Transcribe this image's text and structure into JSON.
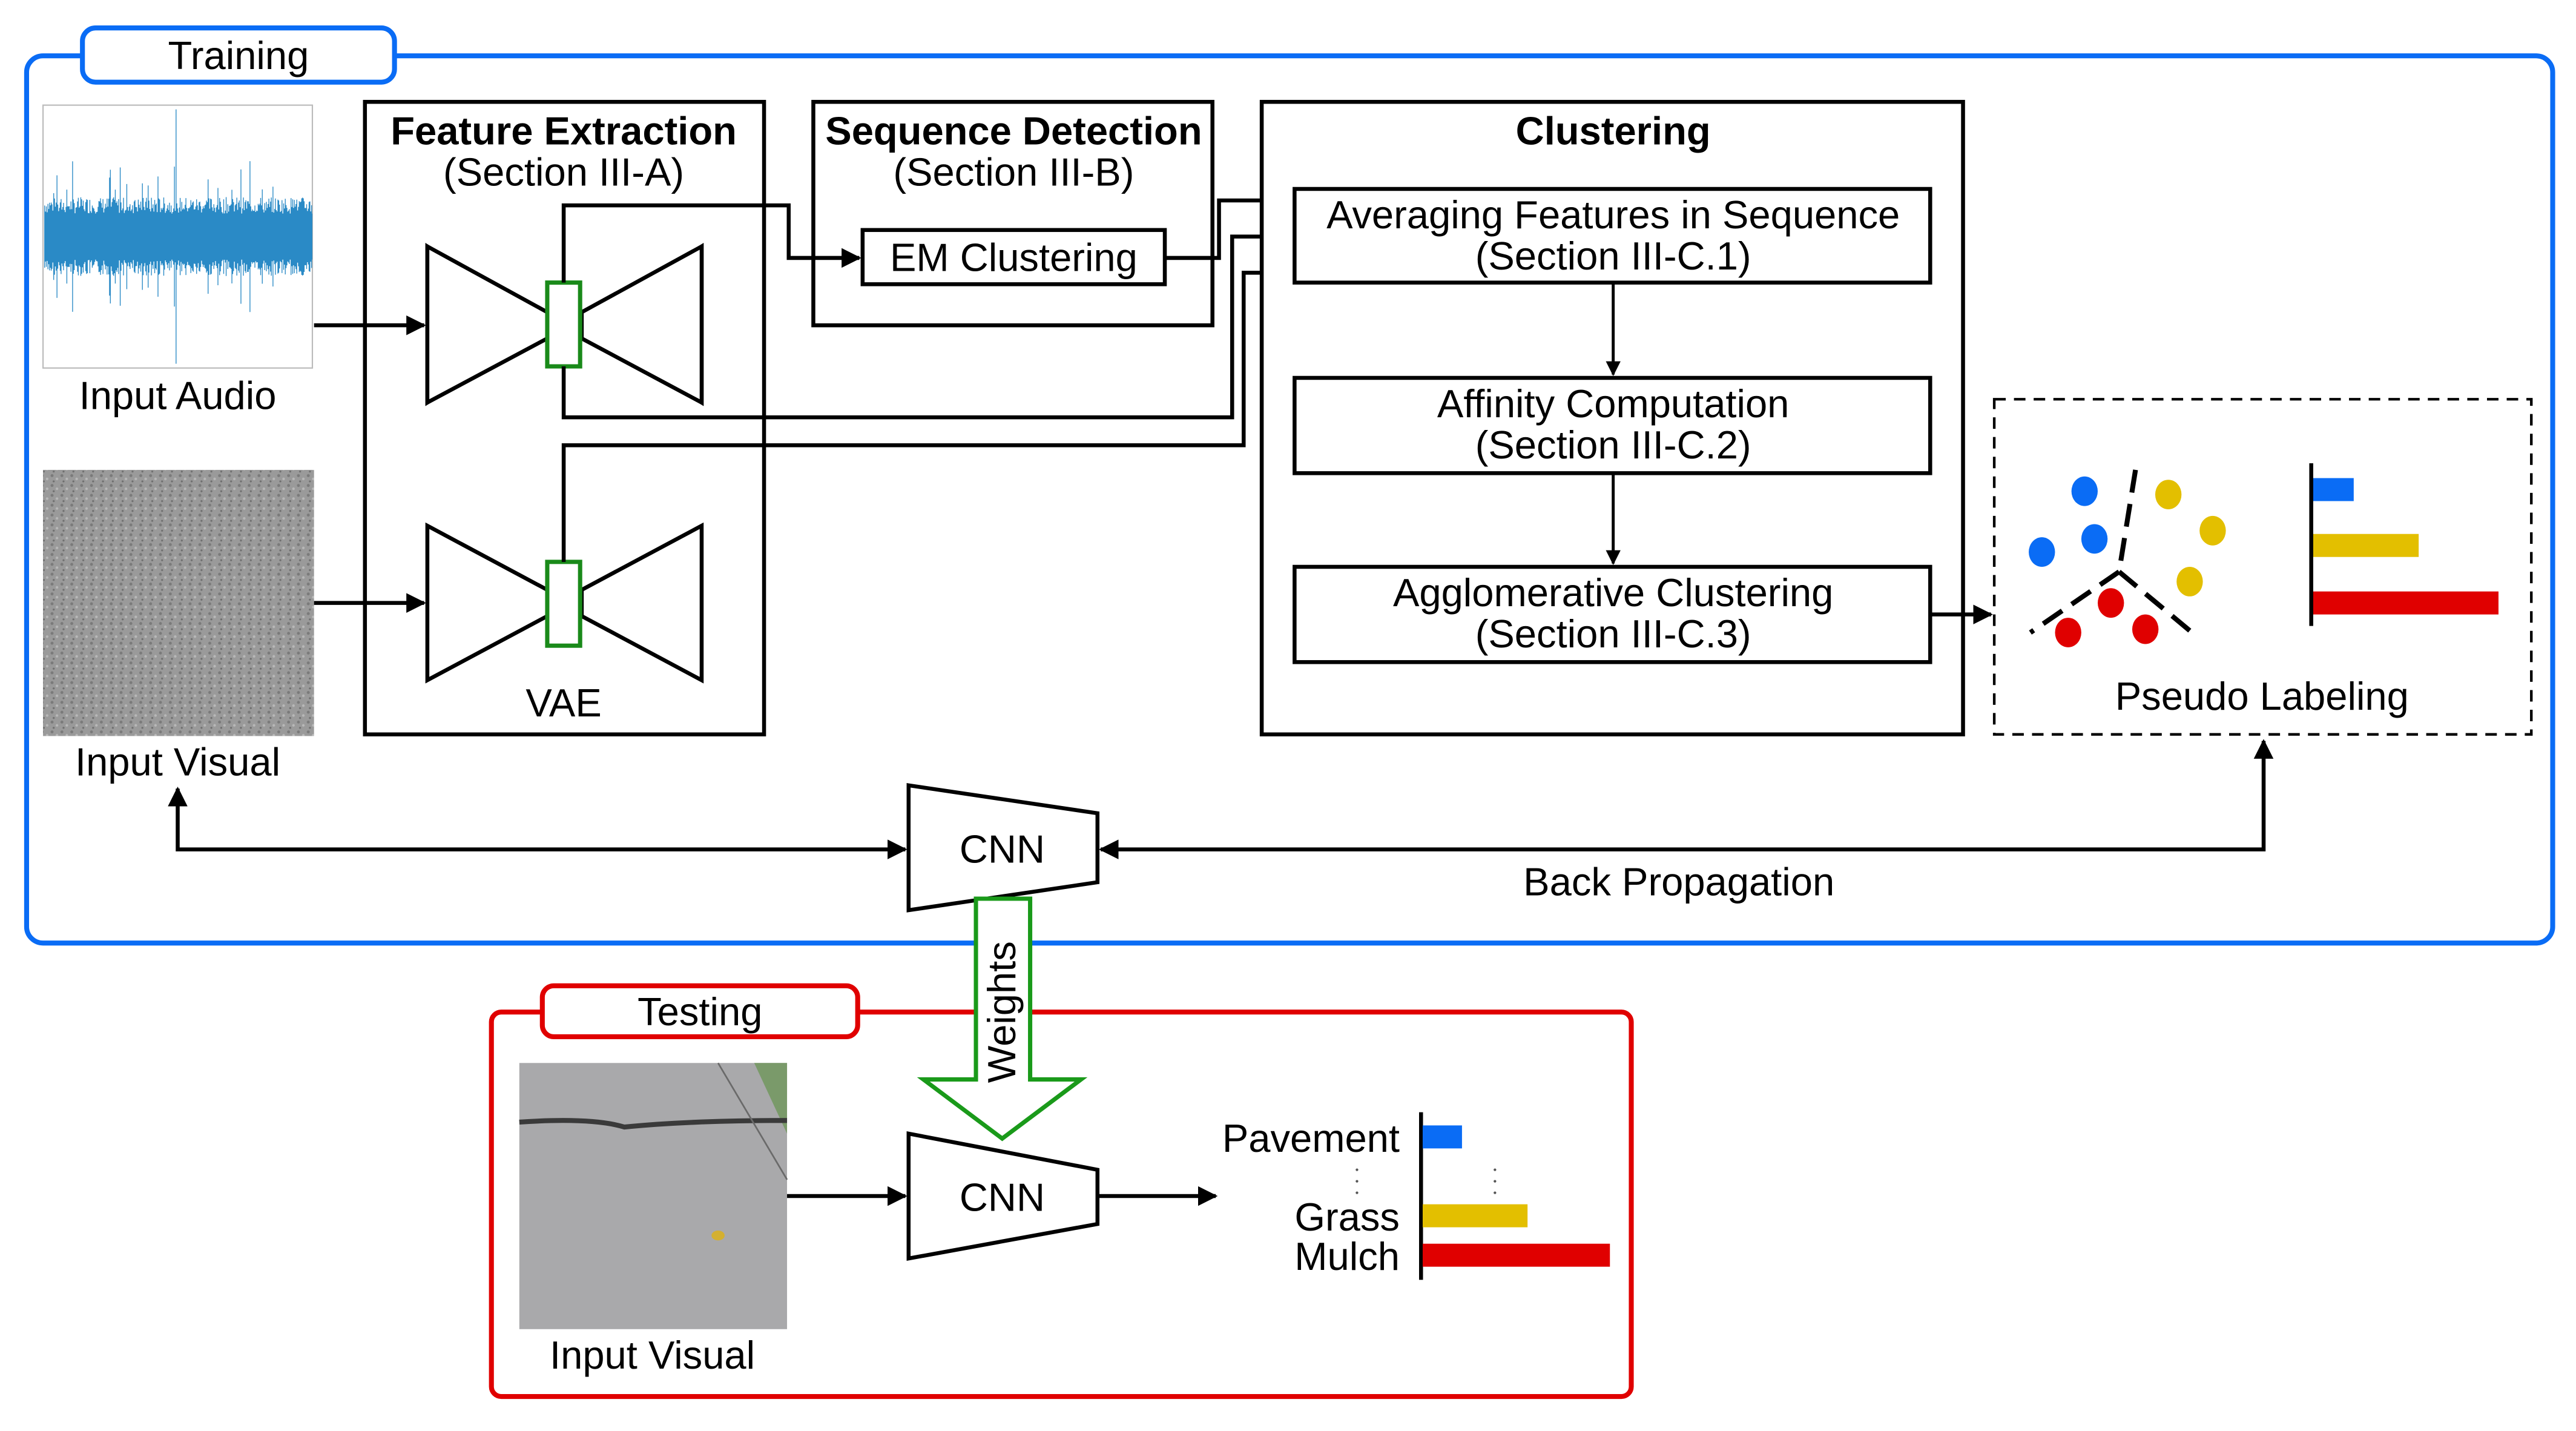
{
  "colors": {
    "training_frame": "#0a6cf5",
    "testing_frame": "#e00000",
    "weights_arrow": "#1a9a1a",
    "latent": "#1a8a1a",
    "blue": "#0a6cf5",
    "yellow": "#e3bf00",
    "red": "#e00000",
    "waveform": "#2a8ac6"
  },
  "training": {
    "tab_label": "Training",
    "input_audio_label": "Input Audio",
    "input_visual_label": "Input Visual",
    "feature_extraction": {
      "title": "Feature Extraction",
      "subtitle": "(Section III-A)",
      "vae_label": "VAE"
    },
    "sequence_detection": {
      "title": "Sequence Detection",
      "subtitle": "(Section III-B)",
      "em_label": "EM Clustering"
    },
    "clustering": {
      "title": "Clustering",
      "steps": [
        {
          "name": "Averaging Features in Sequence",
          "section": "(Section III-C.1)"
        },
        {
          "name": "Affinity Computation",
          "section": "(Section III-C.2)"
        },
        {
          "name": "Agglomerative Clustering",
          "section": "(Section III-C.3)"
        }
      ]
    },
    "pseudo_labeling": {
      "label": "Pseudo Labeling",
      "bar_values": [
        0.22,
        0.57,
        1.0
      ]
    },
    "cnn_label": "CNN",
    "backprop_label": "Back Propagation"
  },
  "weights_label": "Weights",
  "testing": {
    "tab_label": "Testing",
    "input_visual_label": "Input Visual",
    "cnn_label": "CNN",
    "classes": [
      {
        "label": "Pavement",
        "value": 0.21
      },
      {
        "label": "Grass",
        "value": 0.56
      },
      {
        "label": "Mulch",
        "value": 1.0
      }
    ]
  }
}
